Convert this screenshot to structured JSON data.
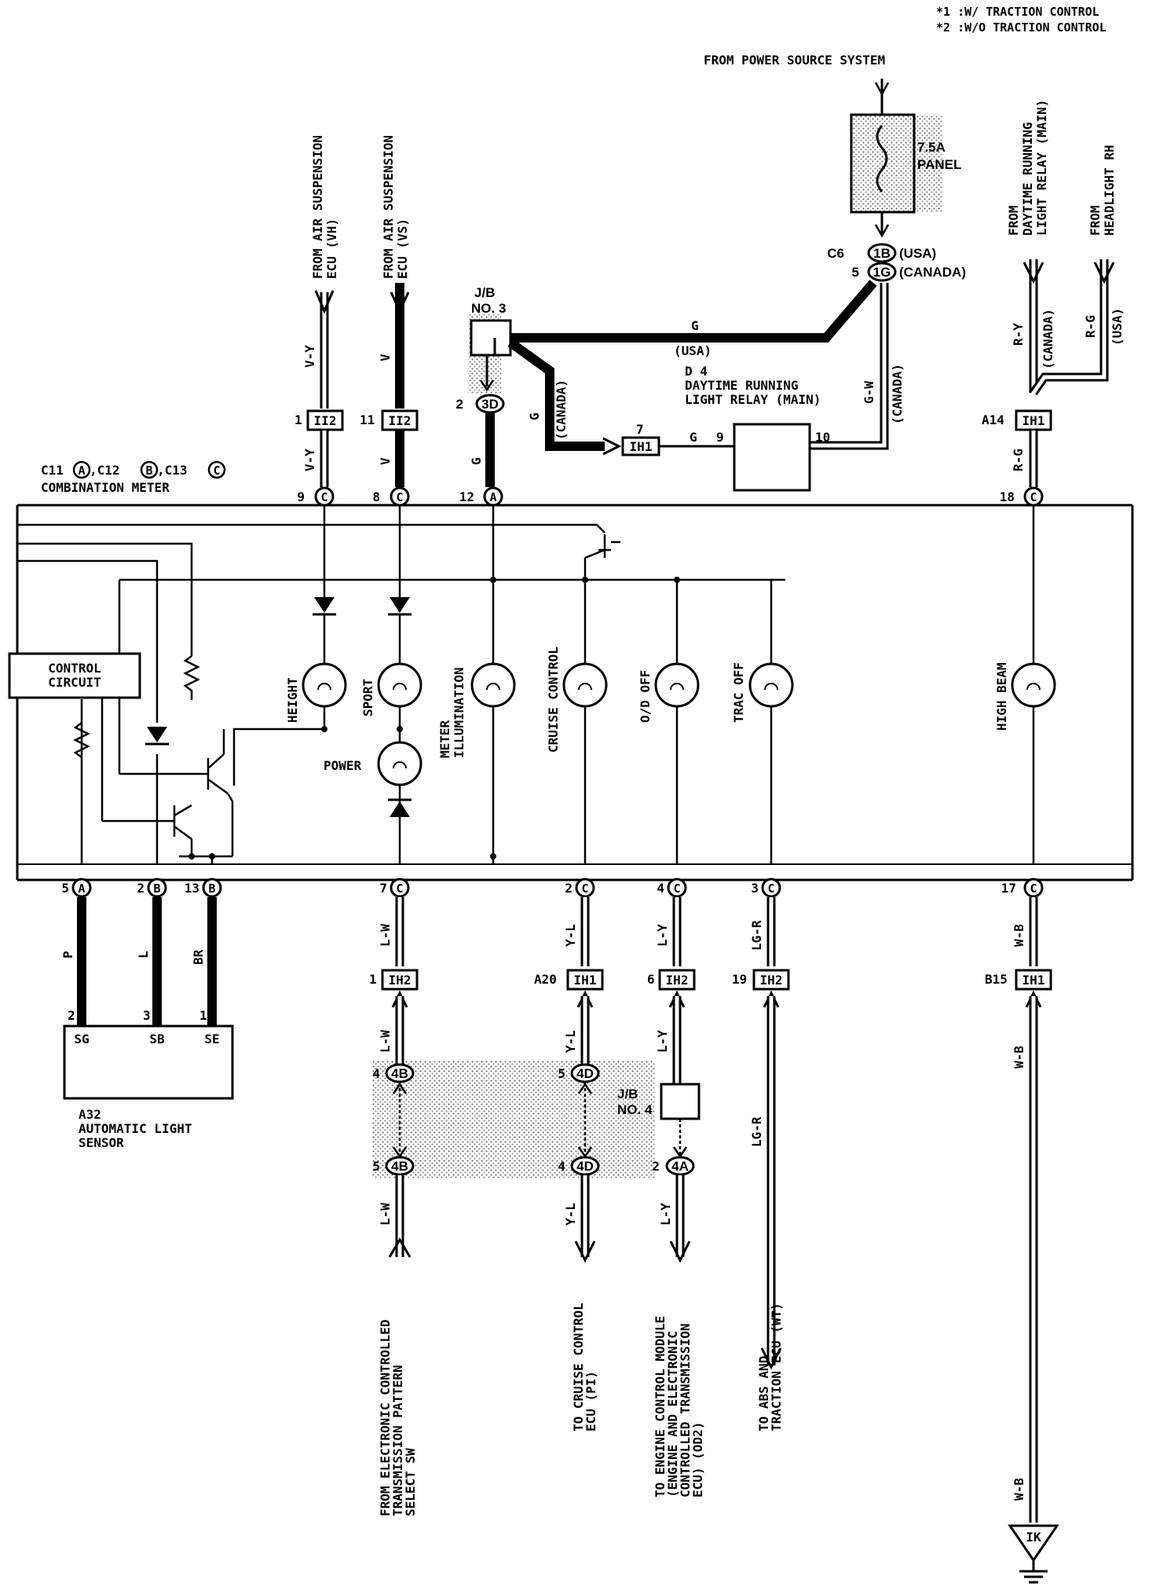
{
  "notes": [
    "*1 :W/ TRACTION CONTROL",
    "*2 :W/O TRACTION CONTROL"
  ],
  "power_source": "FROM POWER SOURCE SYSTEM",
  "fuse": {
    "rating": "7.5A",
    "name": "PANEL"
  },
  "fuse_connectors": [
    {
      "pin": "C6",
      "conn": "1B",
      "region": "(USA)"
    },
    {
      "pin": "5",
      "conn": "1G",
      "region": "(CANADA)"
    }
  ],
  "jb3": {
    "label": "J/B",
    "no": "NO. 3",
    "pin": "2",
    "conn": "3D"
  },
  "jb4": {
    "label": "J/B",
    "no": "NO. 4"
  },
  "relay": {
    "id": "D 4",
    "line1": "DAYTIME RUNNING",
    "line2": "LIGHT RELAY (MAIN)",
    "pin_in": "9",
    "pin_out": "10"
  },
  "relay_connector": {
    "pin": "7",
    "conn": "IH1",
    "wire": "G"
  },
  "wire_labels": {
    "g_top": "G",
    "usa": "(USA)",
    "canada": "(CANADA)",
    "g_left": "G",
    "g_w": "G-W",
    "g_12": "G",
    "r_y": "R-Y",
    "r_g_top": "R-G",
    "r_g": "R-G",
    "v_y_top": "V-Y",
    "v_y": "V-Y",
    "v_top": "V",
    "v": "V"
  },
  "top_sources": [
    {
      "text": "FROM AIR SUSPENSION",
      "text2": "ECU (VH)"
    },
    {
      "text": "FROM AIR SUSPENSION",
      "text2": "ECU (VS)"
    },
    {
      "text": "FROM",
      "text2": "DAYTIME RUNNING",
      "text3": "LIGHT RELAY (MAIN)"
    },
    {
      "text": "FROM",
      "text2": "HEADLIGHT RH"
    }
  ],
  "top_connectors": [
    {
      "pin": "1",
      "conn": "II2"
    },
    {
      "pin": "11",
      "conn": "II2"
    },
    {
      "pin": "A14",
      "conn": "IH1"
    }
  ],
  "meter": {
    "title": "C11",
    "a": "A",
    "sep1": ",C12",
    "b": "B",
    "sep2": ",C13",
    "c": "C",
    "name": "COMBINATION METER"
  },
  "meter_top_pins": [
    {
      "pin": "9",
      "conn": "C"
    },
    {
      "pin": "8",
      "conn": "C"
    },
    {
      "pin": "12",
      "conn": "A"
    },
    {
      "pin": "18",
      "conn": "C"
    }
  ],
  "control_circuit": {
    "line1": "CONTROL",
    "line2": "CIRCUIT"
  },
  "lamps": [
    {
      "label": "HEIGHT"
    },
    {
      "label": "SPORT"
    },
    {
      "label": "POWER"
    },
    {
      "label": "METER",
      "label2": "ILLUMINATION"
    },
    {
      "label": "CRUISE CONTROL"
    },
    {
      "label": "O/D OFF"
    },
    {
      "label": "TRAC OFF"
    },
    {
      "label": "HIGH BEAM"
    }
  ],
  "meter_bottom_pins": [
    {
      "pin": "5",
      "conn": "A"
    },
    {
      "pin": "2",
      "conn": "B"
    },
    {
      "pin": "13",
      "conn": "B"
    },
    {
      "pin": "7",
      "conn": "C"
    },
    {
      "pin": "2",
      "conn": "C"
    },
    {
      "pin": "4",
      "conn": "C"
    },
    {
      "pin": "3",
      "conn": "C"
    },
    {
      "pin": "17",
      "conn": "C"
    }
  ],
  "bottom_wires": [
    {
      "color": "P"
    },
    {
      "color": "L"
    },
    {
      "color": "BR"
    },
    {
      "color": "L-W"
    },
    {
      "color": "Y-L"
    },
    {
      "color": "L-Y"
    },
    {
      "color": "LG-R"
    },
    {
      "color": "W-B"
    }
  ],
  "bottom_connectors": [
    {
      "pin": "1",
      "conn": "IH2"
    },
    {
      "pin": "A20",
      "conn": "IH1"
    },
    {
      "pin": "6",
      "conn": "IH2"
    },
    {
      "pin": "19",
      "conn": "IH2"
    },
    {
      "pin": "B15",
      "conn": "IH1"
    }
  ],
  "sensor": {
    "pins": [
      "2",
      "3",
      "1"
    ],
    "terms": [
      "SG",
      "SB",
      "SE"
    ],
    "id": "A32",
    "line1": "AUTOMATIC LIGHT",
    "line2": "SENSOR"
  },
  "lower_wires": [
    {
      "color": "L-W"
    },
    {
      "color": "Y-L"
    },
    {
      "color": "L-Y"
    },
    {
      "color": "LG-R"
    },
    {
      "color": "W-B"
    },
    {
      "color": "L-W"
    },
    {
      "color": "Y-L"
    },
    {
      "color": "L-Y"
    },
    {
      "color": "W-B"
    }
  ],
  "jb_connectors": [
    {
      "pin": "4",
      "conn": "4B"
    },
    {
      "pin": "5",
      "conn": "4D"
    },
    {
      "pin": "5",
      "conn": "4B"
    },
    {
      "pin": "4",
      "conn": "4D"
    },
    {
      "pin": "2",
      "conn": "4A"
    }
  ],
  "destinations": [
    {
      "l1": "FROM ELECTRONIC CONTROLLED",
      "l2": "TRANSMISSION PATTERN",
      "l3": "SELECT SW"
    },
    {
      "l1": "TO CRUISE CONTROL",
      "l2": "ECU (PI)"
    },
    {
      "l1": "TO ENGINE CONTROL MODULE",
      "l2": "(ENGINE AND ELECTRONIC",
      "l3": "CONTROLLED TRANSMISSION",
      "l4": "ECU) (OD2)"
    },
    {
      "l1": "TO ABS AND",
      "l2": "TRACTION ECU (WT)"
    }
  ],
  "ground": {
    "label": "IK"
  }
}
